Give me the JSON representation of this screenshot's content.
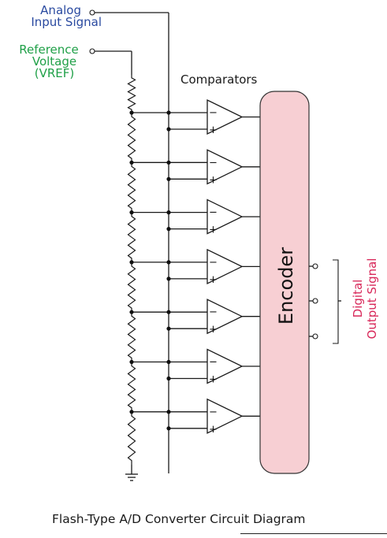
{
  "labels": {
    "analog_input": [
      "Analog",
      "Input Signal"
    ],
    "reference_voltage": [
      "Reference",
      "Voltage",
      "(VREF)"
    ],
    "comparators": "Comparators",
    "encoder": "Encoder",
    "digital_output": [
      "Digital",
      "Output Signal"
    ],
    "caption": "Flash-Type A/D Converter Circuit Diagram"
  },
  "comparator_inputs": {
    "minus": "−",
    "plus": "+"
  },
  "structure": {
    "comparator_count": 7,
    "resistor_count": 8,
    "output_count": 3
  },
  "colors": {
    "wire": "#1a1a1a",
    "analog_label": "#2a4aa0",
    "reference_label": "#20a048",
    "output_label": "#d8285a",
    "encoder_fill": "#f7cfd3",
    "encoder_stroke": "#333333",
    "junction": "#111111"
  }
}
